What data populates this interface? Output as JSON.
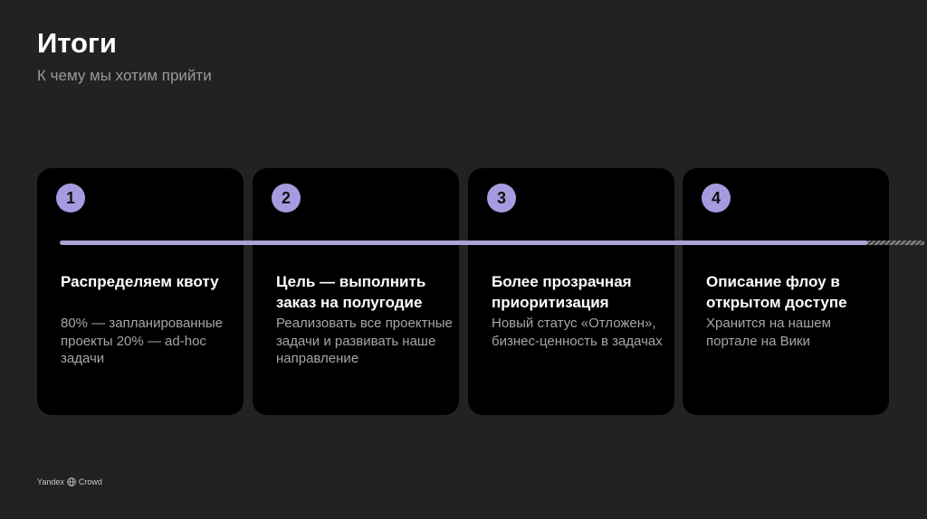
{
  "header": {
    "title": "Итоги",
    "subtitle": "К чему мы хотим прийти"
  },
  "cards": [
    {
      "number": "1",
      "title": "Распределяем квоту",
      "description": "80% — запланированные проекты 20% — ad-hoc задачи"
    },
    {
      "number": "2",
      "title": "Цель — выполнить заказ на полугодие",
      "description": "Реализовать все проектные задачи и развивать наше направление"
    },
    {
      "number": "3",
      "title": "Более прозрачная приоритизация",
      "description": "Новый статус «Отложен», бизнес-ценность в задачах"
    },
    {
      "number": "4",
      "title": "Описание флоу в открытом доступе",
      "description": "Хранится на нашем портале на Вики"
    }
  ],
  "footer": {
    "logo_left": "Yandex",
    "logo_icon": "globe-icon",
    "logo_right": "Crowd"
  },
  "colors": {
    "background": "#222222",
    "card": "#000000",
    "accent": "#a79be0"
  }
}
